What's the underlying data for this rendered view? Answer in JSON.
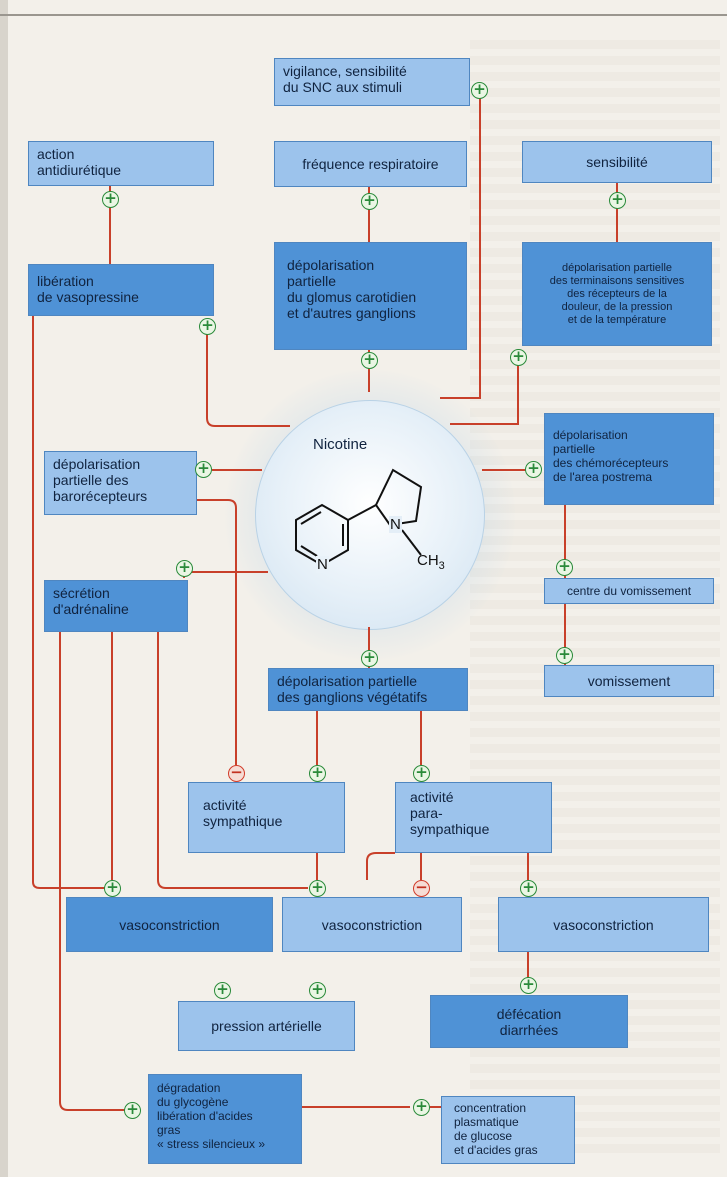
{
  "center": {
    "title": "Nicotine",
    "formula_n1": "N",
    "formula_n2": "N",
    "formula_ch3": "CH",
    "formula_sub": "3"
  },
  "boxes": {
    "vigilance": "vigilance, sensibilité\ndu SNC aux stimuli",
    "antidiuretique": "action\nantidiurétique",
    "frequence": "fréquence respiratoire",
    "sensibilite": "sensibilité",
    "vasopressine": "libération\nde vasopressine",
    "glomus": "dépolarisation\npartielle\ndu glomus carotidien\net d'autres ganglions",
    "terminaisons": "dépolarisation partielle\ndes terminaisons sensitives\ndes récepteurs de la\ndouleur, de la pression\net de la température",
    "barorecepteurs": "dépolarisation\npartielle des\nbarorécepteurs",
    "chemorecepteurs": "dépolarisation\npartielle\ndes chémorécepteurs\nde l'area postrema",
    "adrenaline": "sécrétion\nd'adrénaline",
    "centre_vomissement": "centre du vomissement",
    "vomissement": "vomissement",
    "ganglions_vegetatifs": "dépolarisation partielle\ndes ganglions végétatifs",
    "sympathique": "activité\nsympathique",
    "parasympathique": "activité\npara-\nsympathique",
    "vasoconstriction_1": "vasoconstriction",
    "vasoconstriction_2": "vasoconstriction",
    "vasoconstriction_3": "vasoconstriction",
    "pression": "pression artérielle",
    "defecation": "défécation\ndiarrhées",
    "glycogene": "dégradation\ndu glycogène\nlibération d'acides\ngras\n« stress silencieux »",
    "concentration": "concentration\nplasmatique\nde glucose\net d'acides gras"
  },
  "signs": {
    "plus": "+",
    "minus": "−"
  },
  "colors": {
    "box_light": "#9cc3ec",
    "box_dark": "#4f92d6",
    "connector": "#c8402a",
    "plus_sign": "#2a8a3a",
    "minus_sign": "#d23c2a"
  }
}
